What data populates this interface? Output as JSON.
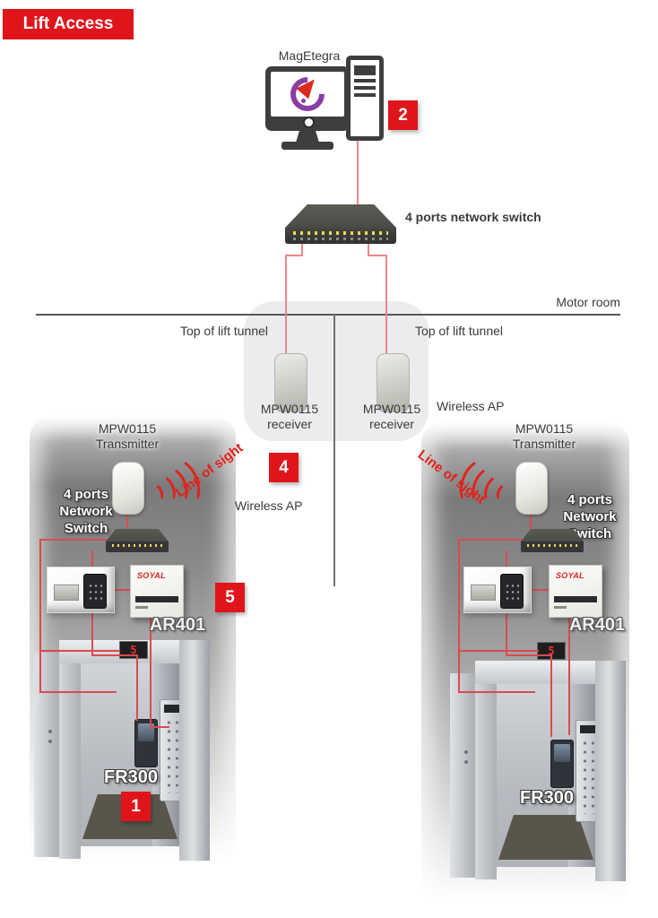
{
  "banner": {
    "title": "Lift Access"
  },
  "palette": {
    "accent_red": "#E0151B",
    "wire_red": "#EE8787",
    "wire_deep_red": "#D94B4F",
    "panel_gray": "#ECECEE",
    "logo_purple": "#8B3DA6",
    "text_dark": "#3A3A3A"
  },
  "server": {
    "label": "MagEtegra",
    "badge": "2"
  },
  "core_switch": {
    "label": "4 ports network switch"
  },
  "zones": {
    "motor_room": "Motor room",
    "tunnel_left": "Top of lift tunnel",
    "tunnel_right": "Top of lift tunnel"
  },
  "wireless": {
    "receiver_left": {
      "line1": "MPW0115",
      "line2": "receiver"
    },
    "receiver_right": {
      "line1": "MPW0115",
      "line2": "receiver"
    },
    "ap_side_label": "Wireless AP",
    "ap_center_label": "Wireless AP",
    "badge": "4",
    "line_of_sight_left": "Line of sight",
    "line_of_sight_right": "Line of sight"
  },
  "left_shaft": {
    "transmitter": {
      "line1": "MPW0115",
      "line2": "Transmitter"
    },
    "switch_label": [
      "4 ports",
      "Network",
      "Switch"
    ],
    "controller_brand": "SOYAL",
    "controller_model": "AR401",
    "controller_badge": "5",
    "reader_model": "FR300",
    "reader_badge": "1",
    "floor_display": "5"
  },
  "right_shaft": {
    "transmitter": {
      "line1": "MPW0115",
      "line2": "Transmitter"
    },
    "switch_label": [
      "4 ports",
      "Network",
      "Switch"
    ],
    "controller_brand": "SOYAL",
    "controller_model": "AR401",
    "reader_model": "FR300",
    "floor_display": "5"
  }
}
